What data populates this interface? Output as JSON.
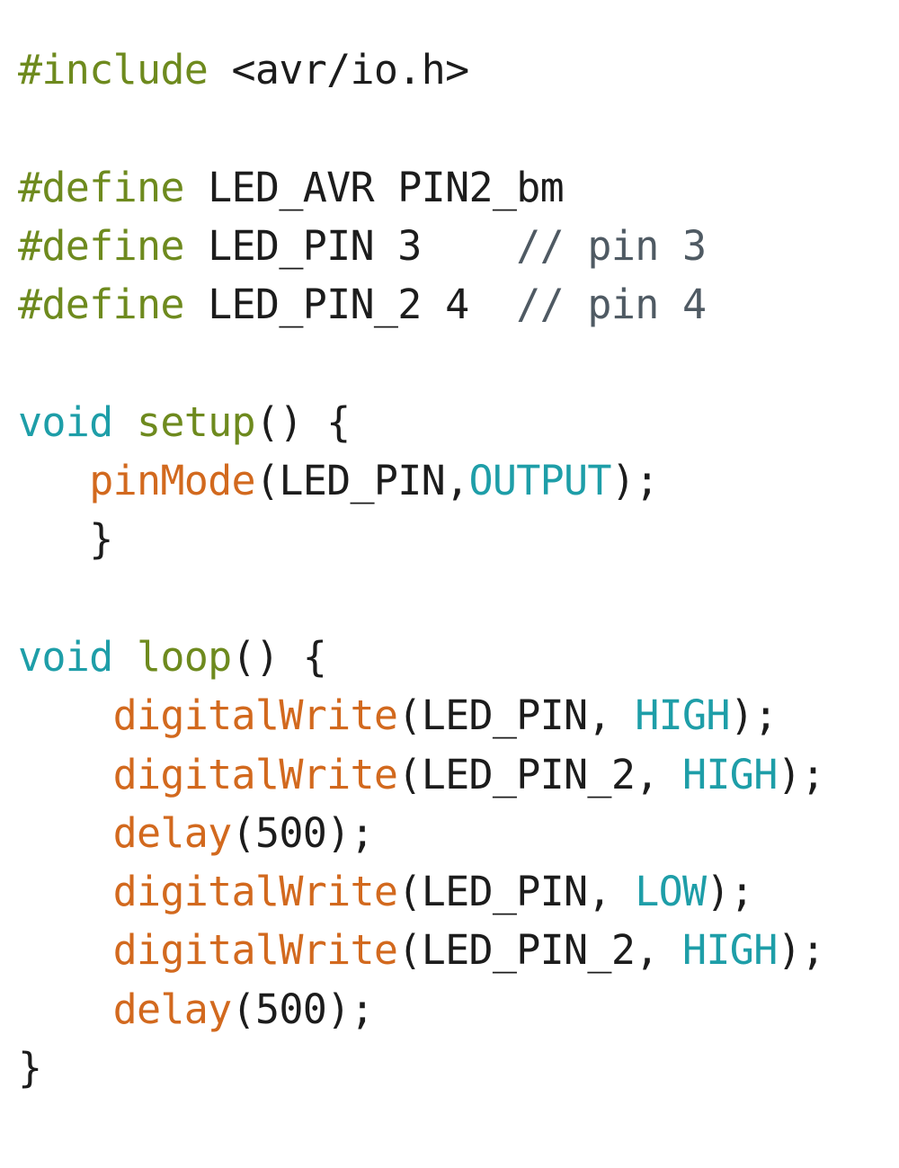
{
  "colors": {
    "plain": "#1c1c1c",
    "preprocessor": "#6e8a1e",
    "keyword": "#1e9ea8",
    "function_def": "#6e8a1e",
    "builtin_call": "#d2691e",
    "constant": "#1e9ea8",
    "comment": "#4f5a63"
  },
  "code": {
    "lines": [
      {
        "indent": 0,
        "tokens": [
          {
            "t": "#include",
            "k": "preprocessor"
          },
          {
            "t": " <avr/io.h>",
            "k": "plain"
          }
        ]
      },
      {
        "indent": 0,
        "tokens": []
      },
      {
        "indent": 0,
        "tokens": [
          {
            "t": "#define",
            "k": "preprocessor"
          },
          {
            "t": " LED_AVR PIN2_bm",
            "k": "plain"
          }
        ]
      },
      {
        "indent": 0,
        "tokens": [
          {
            "t": "#define",
            "k": "preprocessor"
          },
          {
            "t": " LED_PIN 3    ",
            "k": "plain"
          },
          {
            "t": "// pin 3",
            "k": "comment"
          }
        ]
      },
      {
        "indent": 0,
        "tokens": [
          {
            "t": "#define",
            "k": "preprocessor"
          },
          {
            "t": " LED_PIN_2 4  ",
            "k": "plain"
          },
          {
            "t": "// pin 4",
            "k": "comment"
          }
        ]
      },
      {
        "indent": 0,
        "tokens": []
      },
      {
        "indent": 0,
        "tokens": [
          {
            "t": "void",
            "k": "keyword"
          },
          {
            "t": " ",
            "k": "plain"
          },
          {
            "t": "setup",
            "k": "function_def"
          },
          {
            "t": "() {",
            "k": "plain"
          }
        ]
      },
      {
        "indent": 3,
        "tokens": [
          {
            "t": "pinMode",
            "k": "builtin_call"
          },
          {
            "t": "(LED_PIN,",
            "k": "plain"
          },
          {
            "t": "OUTPUT",
            "k": "constant"
          },
          {
            "t": ");",
            "k": "plain"
          }
        ]
      },
      {
        "indent": 3,
        "tokens": [
          {
            "t": "}",
            "k": "plain"
          }
        ]
      },
      {
        "indent": 0,
        "tokens": []
      },
      {
        "indent": 0,
        "tokens": [
          {
            "t": "void",
            "k": "keyword"
          },
          {
            "t": " ",
            "k": "plain"
          },
          {
            "t": "loop",
            "k": "function_def"
          },
          {
            "t": "() {",
            "k": "plain"
          }
        ]
      },
      {
        "indent": 4,
        "tokens": [
          {
            "t": "digitalWrite",
            "k": "builtin_call"
          },
          {
            "t": "(LED_PIN, ",
            "k": "plain"
          },
          {
            "t": "HIGH",
            "k": "constant"
          },
          {
            "t": ");",
            "k": "plain"
          }
        ]
      },
      {
        "indent": 4,
        "tokens": [
          {
            "t": "digitalWrite",
            "k": "builtin_call"
          },
          {
            "t": "(LED_PIN_2, ",
            "k": "plain"
          },
          {
            "t": "HIGH",
            "k": "constant"
          },
          {
            "t": ");",
            "k": "plain"
          }
        ]
      },
      {
        "indent": 4,
        "tokens": [
          {
            "t": "delay",
            "k": "builtin_call"
          },
          {
            "t": "(500);",
            "k": "plain"
          }
        ]
      },
      {
        "indent": 4,
        "tokens": [
          {
            "t": "digitalWrite",
            "k": "builtin_call"
          },
          {
            "t": "(LED_PIN, ",
            "k": "plain"
          },
          {
            "t": "LOW",
            "k": "constant"
          },
          {
            "t": ");",
            "k": "plain"
          }
        ]
      },
      {
        "indent": 4,
        "tokens": [
          {
            "t": "digitalWrite",
            "k": "builtin_call"
          },
          {
            "t": "(LED_PIN_2, ",
            "k": "plain"
          },
          {
            "t": "HIGH",
            "k": "constant"
          },
          {
            "t": ");",
            "k": "plain"
          }
        ]
      },
      {
        "indent": 4,
        "tokens": [
          {
            "t": "delay",
            "k": "builtin_call"
          },
          {
            "t": "(500);",
            "k": "plain"
          }
        ]
      },
      {
        "indent": 0,
        "tokens": [
          {
            "t": "}",
            "k": "plain"
          }
        ]
      }
    ]
  }
}
